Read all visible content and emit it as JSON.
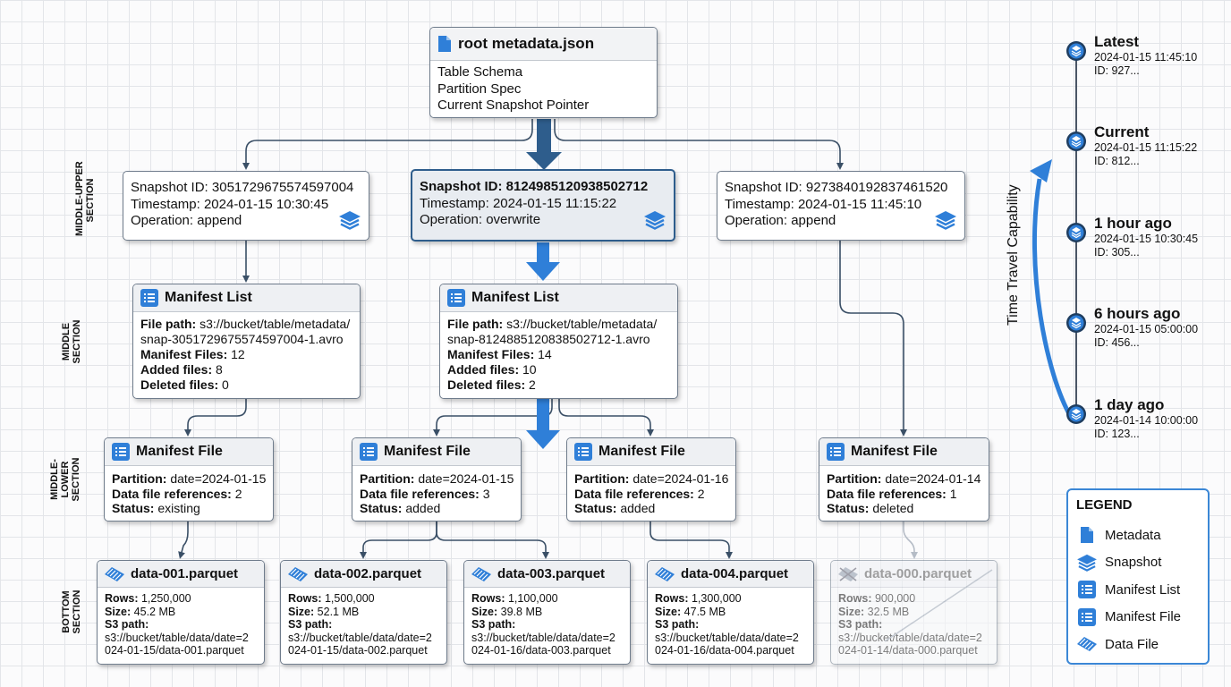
{
  "root": {
    "title": "root metadata.json",
    "lines": [
      "Table Schema",
      "Partition Spec",
      "Current Snapshot Pointer"
    ]
  },
  "sections": {
    "middle_upper": [
      "MIDDLE-UPPER",
      "SECTION"
    ],
    "middle": [
      "MIDDLE",
      "SECTION"
    ],
    "middle_lower": [
      "MIDDLE-",
      "LOWER",
      "SECTION"
    ],
    "bottom": [
      "BOTTOM",
      "SECTION"
    ]
  },
  "snapshots": [
    {
      "id_line": "Snapshot ID: 3051729675574597004",
      "ts_line": "Timestamp: 2024-01-15 10:30:45",
      "op_line": "Operation: append",
      "highlight": false
    },
    {
      "id_line": "Snapshot ID: 8124985120938502712",
      "ts_line": "Timestamp: 2024-01-15 11:15:22",
      "op_line": "Operation: overwrite",
      "highlight": true
    },
    {
      "id_line": "Snapshot ID: 9273840192837461520",
      "ts_line": "Timestamp: 2024-01-15 11:45:10",
      "op_line": "Operation: append",
      "highlight": false
    }
  ],
  "manifest_lists": [
    {
      "title": "Manifest List",
      "path_label": "File path:",
      "path_value": "s3://bucket/table/metadata/",
      "path_cont": "snap-3051729675574597004-1.avro",
      "mf_label": "Manifest Files:",
      "mf_value": "12",
      "added_label": "Added files:",
      "added_value": "8",
      "deleted_label": "Deleted files:",
      "deleted_value": "0"
    },
    {
      "title": "Manifest List",
      "path_label": "File path:",
      "path_value": "s3://bucket/table/metadata/",
      "path_cont": "snap-8124885120838502712-1.avro",
      "mf_label": "Manifest Files:",
      "mf_value": "14",
      "added_label": "Added files:",
      "added_value": "10",
      "deleted_label": "Deleted files:",
      "deleted_value": "2"
    }
  ],
  "manifest_files": [
    {
      "title": "Manifest File",
      "partition_label": "Partition:",
      "partition_value": "date=2024-01-15",
      "refs_label": "Data file references:",
      "refs_value": "2",
      "status_label": "Status:",
      "status_value": "existing"
    },
    {
      "title": "Manifest File",
      "partition_label": "Partition:",
      "partition_value": "date=2024-01-15",
      "refs_label": "Data file references:",
      "refs_value": "3",
      "status_label": "Status:",
      "status_value": "added"
    },
    {
      "title": "Manifest File",
      "partition_label": "Partition:",
      "partition_value": "date=2024-01-16",
      "refs_label": "Data file references:",
      "refs_value": "2",
      "status_label": "Status:",
      "status_value": "added"
    },
    {
      "title": "Manifest File",
      "partition_label": "Partition:",
      "partition_value": "date=2024-01-14",
      "refs_label": "Data file references:",
      "refs_value": "1",
      "status_label": "Status:",
      "status_value": "deleted"
    }
  ],
  "data_files": [
    {
      "title": "data-001.parquet",
      "rows_label": "Rows:",
      "rows_value": "1,250,000",
      "size_label": "Size:",
      "size_value": "45.2 MB",
      "s3_label": "S3 path:",
      "s3_line1": "s3://bucket/table/data/date=2",
      "s3_line2": "024-01-15/data-001.parquet",
      "deleted": false
    },
    {
      "title": "data-002.parquet",
      "rows_label": "Rows:",
      "rows_value": "1,500,000",
      "size_label": "Size:",
      "size_value": "52.1 MB",
      "s3_label": "S3 path:",
      "s3_line1": "s3://bucket/table/data/date=2",
      "s3_line2": "024-01-15/data-002.parquet",
      "deleted": false
    },
    {
      "title": "data-003.parquet",
      "rows_label": "Rows:",
      "rows_value": "1,100,000",
      "size_label": "Size:",
      "size_value": "39.8 MB",
      "s3_label": "S3 path:",
      "s3_line1": "s3://bucket/table/data/date=2",
      "s3_line2": "024-01-16/data-003.parquet",
      "deleted": false
    },
    {
      "title": "data-004.parquet",
      "rows_label": "Rows:",
      "rows_value": "1,300,000",
      "size_label": "Size:",
      "size_value": "47.5 MB",
      "s3_label": "S3 path:",
      "s3_line1": "s3://bucket/table/data/date=2",
      "s3_line2": "024-01-16/data-004.parquet",
      "deleted": false
    },
    {
      "title": "data-000.parquet",
      "rows_label": "Rows:",
      "rows_value": "900,000",
      "size_label": "Size:",
      "size_value": "32.5 MB",
      "s3_label": "S3 path:",
      "s3_line1": "s3://bucket/table/data/date=2",
      "s3_line2": "024-01-14/data-000.parquet",
      "deleted": true
    }
  ],
  "timeline": {
    "label": "Time Travel Capability",
    "items": [
      {
        "title": "Latest",
        "ts": "2024-01-15 11:45:10",
        "id": "ID: 927..."
      },
      {
        "title": "Current",
        "ts": "2024-01-15 11:15:22",
        "id": "ID: 812..."
      },
      {
        "title": "1 hour ago",
        "ts": "2024-01-15 10:30:45",
        "id": "ID: 305..."
      },
      {
        "title": "6 hours ago",
        "ts": "2024-01-15 05:00:00",
        "id": "ID: 456..."
      },
      {
        "title": "1 day ago",
        "ts": "2024-01-14 10:00:00",
        "id": "ID: 123..."
      }
    ]
  },
  "legend": {
    "title": "LEGEND",
    "items": [
      {
        "label": "Metadata",
        "icon": "document-icon"
      },
      {
        "label": "Snapshot",
        "icon": "layers-icon"
      },
      {
        "label": "Manifest List",
        "icon": "list-icon"
      },
      {
        "label": "Manifest File",
        "icon": "list-icon"
      },
      {
        "label": "Data File",
        "icon": "data-file-icon"
      }
    ]
  },
  "colors": {
    "accent": "#2f7fd8",
    "connector": "#3a4f66",
    "highlight_border": "#2e5d8c"
  }
}
